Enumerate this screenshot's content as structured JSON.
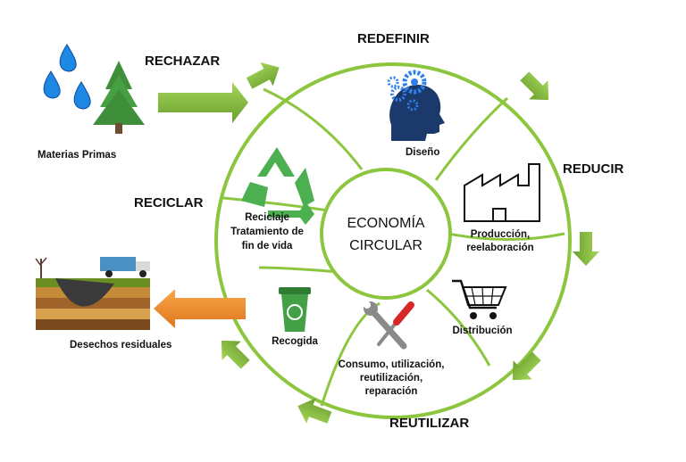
{
  "center": {
    "line1": "ECONOMÍA",
    "line2": "CIRCULAR"
  },
  "verbs": {
    "rechazar": "RECHAZAR",
    "redefinir": "REDEFINIR",
    "reducir": "REDUCIR",
    "reutilizar": "REUTILIZAR",
    "reciclar": "RECICLAR"
  },
  "inputs": {
    "materias_primas": "Materias Primas"
  },
  "outputs": {
    "desechos_residuales": "Desechos residuales"
  },
  "segments": {
    "diseno": "Diseño",
    "produccion_1": "Producción,",
    "produccion_2": "reelaboración",
    "distribucion": "Distribución",
    "consumo_1": "Consumo, utilización,",
    "consumo_2": "reutilización,",
    "consumo_3": "reparación",
    "recogida": "Recogida",
    "reciclaje_1": "Reciclaje",
    "reciclaje_2": "Tratamiento de",
    "reciclaje_3": "fin de vida"
  },
  "colors": {
    "ring": "#8cc63f",
    "arrow_green": "#7cb342",
    "arrow_orange": "#f28c28",
    "recycle": "#4caf50",
    "head": "#1b3a6b",
    "gear": "#2f80ed",
    "tree": "#3f8f3a",
    "drop": "#1e88e5"
  },
  "icons": [
    "water-drop-icon",
    "pine-tree-icon",
    "head-gears-icon",
    "factory-icon",
    "shopping-cart-icon",
    "tools-icon",
    "trash-bin-icon",
    "recycle-icon",
    "landfill-truck-icon"
  ]
}
